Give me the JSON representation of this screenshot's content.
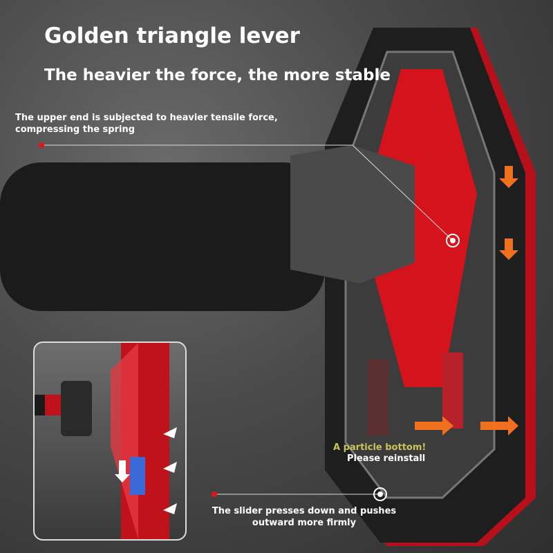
{
  "heading": {
    "title": "Golden triangle lever",
    "subtitle": "The heavier the force, the more stable"
  },
  "callouts": {
    "upper": "The upper end is subjected to heavier tensile force, compressing the spring",
    "warning_line1": "A particle bottom!",
    "warning_line2": "Please reinstall",
    "lower": "The slider presses down and pushes outward more firmly"
  },
  "colors": {
    "accent": "#e0141b",
    "arrow": "#f07020",
    "warning": "#c9c35a"
  }
}
